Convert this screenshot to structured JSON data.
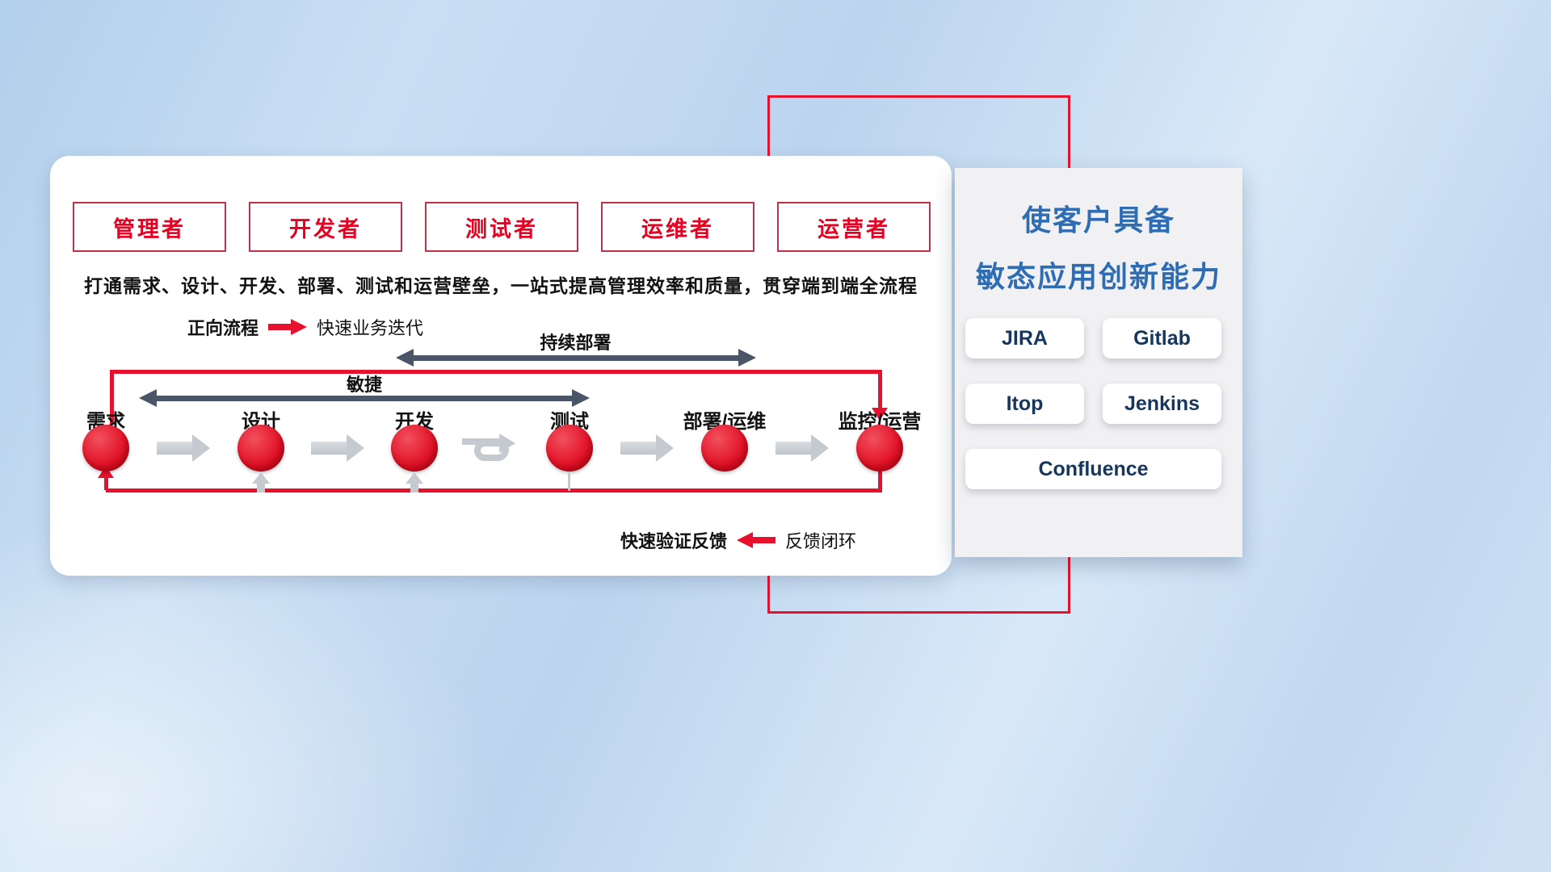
{
  "colors": {
    "accent_red": "#e8112d",
    "slate_arrow": "#4a5668",
    "panel_title_blue": "#2e6db4",
    "tool_text_navy": "#16365c"
  },
  "roles": [
    "管理者",
    "开发者",
    "测试者",
    "运维者",
    "运营者"
  ],
  "description": "打通需求、设计、开发、部署、测试和运营壁垒，一站式提高管理效率和质量，贯穿端到端全流程",
  "forward_legend": {
    "label": "正向流程",
    "value": "快速业务迭代"
  },
  "flow": {
    "cd_label": "持续部署",
    "agile_label": "敏捷",
    "stages": [
      "需求",
      "设计",
      "开发",
      "测试",
      "部署/运维",
      "监控/运营"
    ]
  },
  "feedback_legend": {
    "label": "快速验证反馈",
    "value": "反馈闭环"
  },
  "right_panel": {
    "title_line1": "使客户具备",
    "title_line2": "敏态应用创新能力",
    "tools": [
      "JIRA",
      "Gitlab",
      "Itop",
      "Jenkins",
      "Confluence"
    ]
  }
}
